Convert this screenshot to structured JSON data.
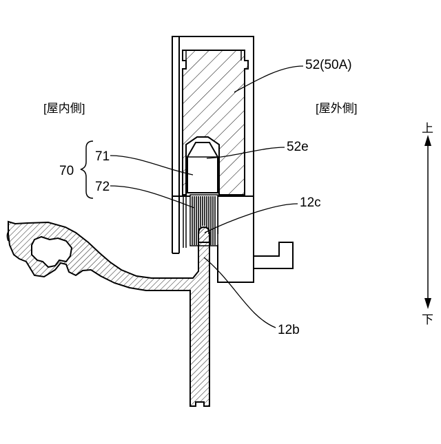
{
  "labels": {
    "indoor_side": "[屋内側]",
    "outdoor_side": "[屋外側]",
    "part_52": "52(50A)",
    "part_52e": "52e",
    "part_70": "70",
    "part_71": "71",
    "part_72": "72",
    "part_12c": "12c",
    "part_12b": "12b",
    "up": "上",
    "down": "下"
  }
}
